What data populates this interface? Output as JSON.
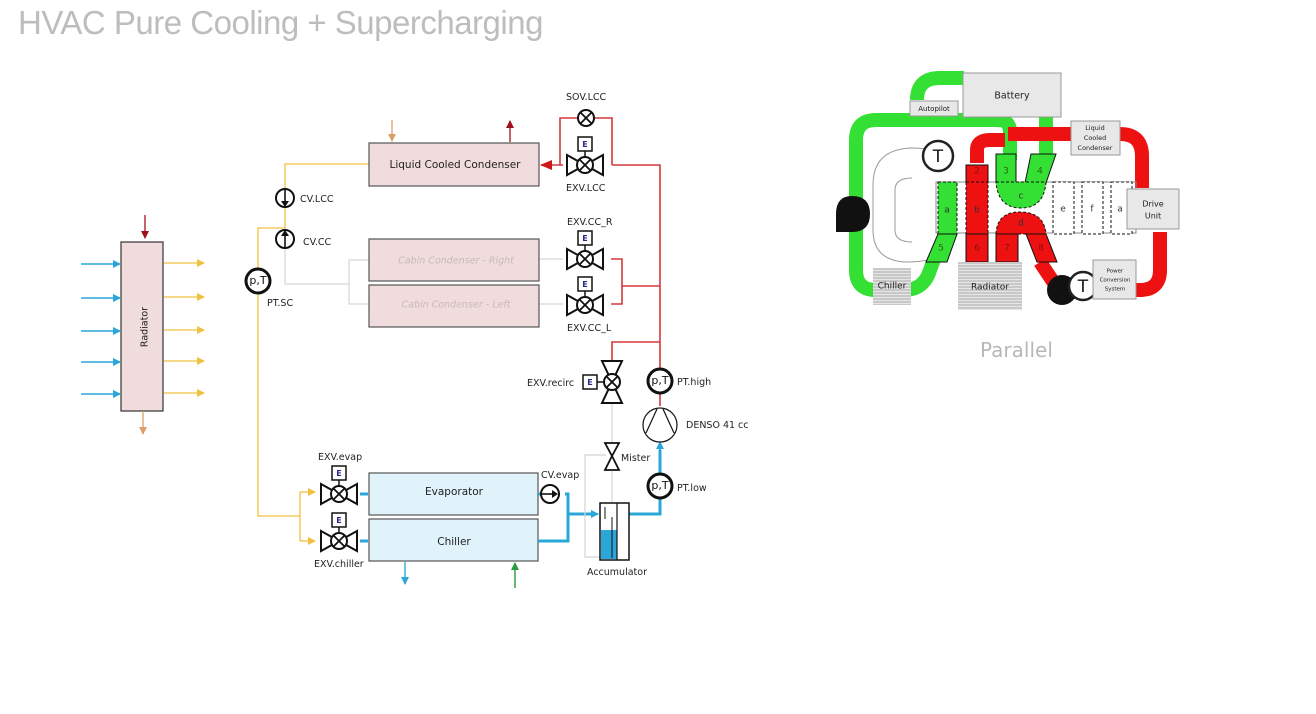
{
  "title": "HVAC Pure Cooling + Supercharging",
  "colors": {
    "title_gray": "#bdbdbd",
    "hot_line": "#d23a3a",
    "cold_line": "#2aa7d8",
    "sub_cooled_line": "#f0c040",
    "ghost_line": "#d8d8d8",
    "hx_fill_pink": "#f0dcdc",
    "hx_fill_blue": "#e0f3fb",
    "loop_green": "#33e033",
    "loop_red": "#ee1111",
    "component_gray": "#e4e4e4"
  },
  "left_diagram": {
    "radiator": {
      "label": "Radiator",
      "air_inlets": 5,
      "air_outlets": 5
    },
    "components": {
      "liquid_cooled_condenser": "Liquid Cooled Condenser",
      "cabin_condenser_right": "Cabin Condenser - Right",
      "cabin_condenser_left": "Cabin Condenser - Left",
      "evaporator": "Evaporator",
      "chiller": "Chiller",
      "accumulator": "Accumulator",
      "compressor": "DENSO 41 cc"
    },
    "valves": {
      "sov_lcc": "SOV.LCC",
      "exv_lcc": "EXV.LCC",
      "exv_cc_r": "EXV.CC_R",
      "exv_cc_l": "EXV.CC_L",
      "exv_recirc": "EXV.recirc",
      "exv_evap": "EXV.evap",
      "exv_chiller": "EXV.chiller",
      "mister": "Mister",
      "actuator_letter": "E"
    },
    "check_valves": {
      "cv_lcc": "CV.LCC",
      "cv_cc": "CV.CC",
      "cv_evap": "CV.evap"
    },
    "sensors": {
      "symbol": "p,T",
      "pt_sc": "PT.SC",
      "pt_high": "PT.high",
      "pt_low": "PT.low"
    }
  },
  "right_diagram": {
    "caption": "Parallel",
    "components": {
      "battery": "Battery",
      "autopilot": "Autopilot",
      "lcc": "Liquid Cooled Condenser",
      "drive_unit": "Drive Unit",
      "chiller": "Chiller",
      "radiator": "Radiator",
      "pcs": "Power Conversion System"
    },
    "temp_sensor_symbol": "T",
    "valve_ports": [
      "2",
      "3",
      "4",
      "5",
      "6",
      "7",
      "8"
    ],
    "valve_segments": [
      "a",
      "b",
      "c",
      "d",
      "e",
      "f",
      "a"
    ]
  }
}
